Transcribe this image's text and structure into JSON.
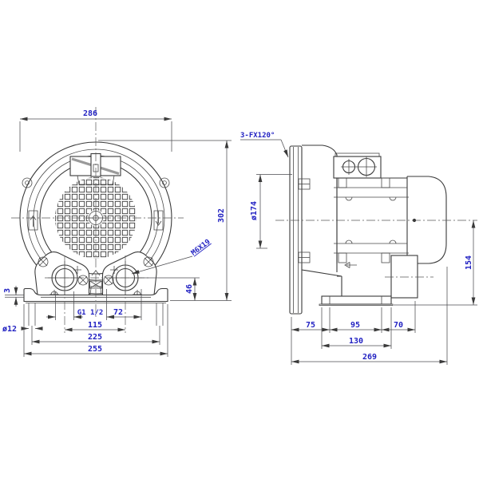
{
  "drawing": {
    "colors": {
      "line": "#3a3a3a",
      "dimension_text": "#2222c2",
      "background": "#ffffff"
    },
    "front_view": {
      "dims": {
        "overall_width": "286",
        "overall_height": "302",
        "flange_screw": "M6X19",
        "port_center_height": "46",
        "base_plate_thickness": "3",
        "port_thread": "G1 1/2",
        "port_flange_span": "72",
        "port_spacing": "115",
        "foot_hole_spacing": "225",
        "base_width": "255",
        "foot_hole_diameter": "ø12"
      }
    },
    "side_view": {
      "dims": {
        "flange_holes_note": "3-FX120°",
        "flange_diameter": "ø174",
        "axis_height": "154",
        "front_to_foot": "75",
        "foot_hole_span": "95",
        "foot_to_rear": "70",
        "foot_length": "130",
        "overall_length": "269"
      }
    }
  }
}
